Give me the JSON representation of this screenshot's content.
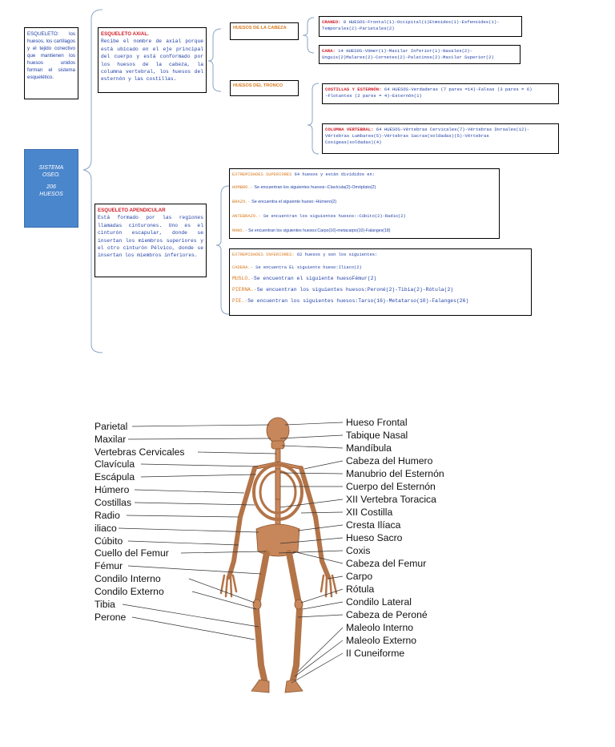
{
  "intro": "ESQUELETO: los huesos, los cartílagos y el tejido conectivo que mantienen los huesos unidos forman el sistema esquelético.",
  "root": {
    "line1": "SISTEMA",
    "line2": "OSEO.",
    "line3": "206",
    "line4": "HUESOS"
  },
  "axial": {
    "title": "ESQUELETO AXIAL.",
    "text": "Recibe el nombre de axial porque está ubicado en el eje principal del cuerpo y está conformado por los huesos de la cabeza, la columna vertebral, los huesos del esternón y las costillas."
  },
  "apendicular": {
    "title": "ESQUELETO APENDICULAR",
    "text": "Está formado por las regiones llamadas cinturones. Uno es el cinturón escapular, donde se insertan los miembros superiores y el otro cinturón Pélvico, donde se insertan los miembros inferiores."
  },
  "cabeza": {
    "title": "HUESOS DE LA CABEZA"
  },
  "tronco": {
    "title": "HUESOS DEL TRONCO"
  },
  "craneo": {
    "label": "CRANEO:",
    "line1": " 8 HUESOS-Frontal(1)-Occipital(1)Etmoides(1)-Esfenoides(1)-",
    "line2": "Temporales(2)-Parietales(2)"
  },
  "cara": {
    "label": "CARA:",
    "line1": " 14 HUESOS-Vómer(1)-Maxilar Inferior(1)-Nasales(2)-",
    "line2": "Unguis(2)Malares(2)-Cornetes(2)-Palatinos(2)-Maxilar Superior(2)"
  },
  "costillas": {
    "label": "COSTILLAS Y ESTERNÓN:",
    "line1": " 64 HUESOS-Verdaderas (7 pares =14)-Falsas (3 pares = 6)",
    "line2": "-Flotantes (2 pares = 4)-Esternón(1)"
  },
  "columna": {
    "label": "COLUMNA VERTEBRAL:",
    "line1": " 64 HUESOS-Vértebras Cervicales(7)-Vértebras Dorsales(12)-",
    "line2": "Vértebras Lumbares(5)-Vértebras Sacras(soldadas)(5)-Vértebras",
    "line3": "Coxígeas(soldadas)(4)"
  },
  "superiores": {
    "header_label": "EXTREMIDADES SUPERIORES",
    "header_text": " 64 huesos y están divididos en:",
    "rows": [
      {
        "label": "HOMBRO.-",
        "text": " Se encuentran los siguientes huesos:-Clavícula(2)-Omóplato(2)"
      },
      {
        "label": "BRAZO.-",
        "text": " Se encuentra el siguiente hueso:-Húmero(2)"
      },
      {
        "label": "ANTEBRAZO.-",
        "text": " Se encuentran los siguientes huesos:-Cúbito(2)-Radio(2)"
      },
      {
        "label": "MANO.-",
        "text": " Se encuentran los siguientes huesos:Carpo(16)-metacarpo(10)-Falanges(18)"
      }
    ]
  },
  "inferiores": {
    "header_label": "EXTREMIDADES INFERIORES:",
    "header_text": " 62 huesos y son los siguientes:",
    "rows": [
      {
        "label": "CADERA.-",
        "text": " Se encuentra EL siguiente hueso:Iliaco(2)"
      },
      {
        "label": "MUSLO.-",
        "text": "Se encuentran el siguiente huesoFémur(2)"
      },
      {
        "label": "PIERNA.-",
        "text": "Se encuentran los siguientes huesos:Peroné(2)-Tibia(2)-Rótula(2)"
      },
      {
        "label": "PIE.-",
        "text": "Se encuentran los siguientes huesos:Tarso(16)-Metatarso(10)-Falanges(26)"
      }
    ]
  },
  "left_labels": [
    "Parietal",
    "Maxilar",
    "Vertebras Cervicales",
    "Clavícula",
    "Escápula",
    "Húmero",
    "Costillas",
    "Radio",
    "iliaco",
    "Cúbito",
    "Cuello del Femur",
    "Fémur",
    "Condilo Interno",
    "Condilo Externo",
    "Tibia",
    "Perone"
  ],
  "right_labels": [
    "Hueso Frontal",
    "Tabique Nasal",
    "Mandíbula",
    "Cabeza del Humero",
    "Manubrio del Esternón",
    "Cuerpo del Esternón",
    "XII Vertebra Toracica",
    "XII Costilla",
    "Cresta Ilíaca",
    "Hueso Sacro",
    "Coxis",
    "Cabeza del Femur",
    "Carpo",
    "Rótula",
    "Condilo Lateral",
    "Cabeza de Peroné",
    "Maleolo Interno",
    "Maleolo Externo",
    "II Cuneiforme"
  ],
  "colors": {
    "root_blue": "#4a86cc",
    "title_orange": "#d87a1f",
    "title_red": "#d0202a",
    "text_blue": "#1f3fa6",
    "bone": "#c8875a"
  }
}
